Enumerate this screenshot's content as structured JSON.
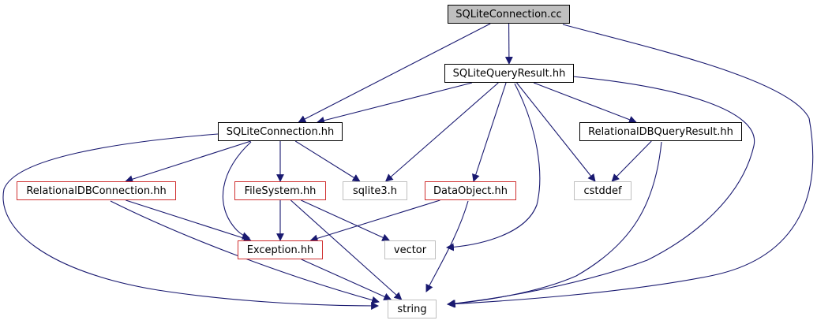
{
  "graph": {
    "edge_color": "#191970",
    "nodes": {
      "sqlite_connection_cc": {
        "label": "SQLiteConnection.cc",
        "style": "root"
      },
      "sqlite_query_result_hh": {
        "label": "SQLiteQueryResult.hh",
        "style": "black"
      },
      "sqlite_connection_hh": {
        "label": "SQLiteConnection.hh",
        "style": "black"
      },
      "relational_db_query_result_hh": {
        "label": "RelationalDBQueryResult.hh",
        "style": "black"
      },
      "relational_db_connection_hh": {
        "label": "RelationalDBConnection.hh",
        "style": "red"
      },
      "file_system_hh": {
        "label": "FileSystem.hh",
        "style": "red"
      },
      "sqlite3_h": {
        "label": "sqlite3.h",
        "style": "gray"
      },
      "data_object_hh": {
        "label": "DataObject.hh",
        "style": "red"
      },
      "cstddef": {
        "label": "cstddef",
        "style": "gray"
      },
      "exception_hh": {
        "label": "Exception.hh",
        "style": "red"
      },
      "vector": {
        "label": "vector",
        "style": "gray"
      },
      "string": {
        "label": "string",
        "style": "gray"
      }
    },
    "edges": [
      {
        "from": "sqlite_connection_cc",
        "to": "sqlite_query_result_hh"
      },
      {
        "from": "sqlite_connection_cc",
        "to": "sqlite_connection_hh"
      },
      {
        "from": "sqlite_connection_cc",
        "to": "string"
      },
      {
        "from": "sqlite_query_result_hh",
        "to": "sqlite_connection_hh"
      },
      {
        "from": "sqlite_query_result_hh",
        "to": "relational_db_query_result_hh"
      },
      {
        "from": "sqlite_query_result_hh",
        "to": "sqlite3_h"
      },
      {
        "from": "sqlite_query_result_hh",
        "to": "data_object_hh"
      },
      {
        "from": "sqlite_query_result_hh",
        "to": "cstddef"
      },
      {
        "from": "sqlite_query_result_hh",
        "to": "vector"
      },
      {
        "from": "sqlite_query_result_hh",
        "to": "string"
      },
      {
        "from": "sqlite_connection_hh",
        "to": "relational_db_connection_hh"
      },
      {
        "from": "sqlite_connection_hh",
        "to": "file_system_hh"
      },
      {
        "from": "sqlite_connection_hh",
        "to": "sqlite3_h"
      },
      {
        "from": "sqlite_connection_hh",
        "to": "exception_hh"
      },
      {
        "from": "sqlite_connection_hh",
        "to": "string"
      },
      {
        "from": "relational_db_query_result_hh",
        "to": "cstddef"
      },
      {
        "from": "relational_db_query_result_hh",
        "to": "string"
      },
      {
        "from": "relational_db_connection_hh",
        "to": "exception_hh"
      },
      {
        "from": "relational_db_connection_hh",
        "to": "string"
      },
      {
        "from": "file_system_hh",
        "to": "exception_hh"
      },
      {
        "from": "file_system_hh",
        "to": "vector"
      },
      {
        "from": "file_system_hh",
        "to": "string"
      },
      {
        "from": "data_object_hh",
        "to": "exception_hh"
      },
      {
        "from": "data_object_hh",
        "to": "string"
      },
      {
        "from": "exception_hh",
        "to": "string"
      }
    ]
  }
}
